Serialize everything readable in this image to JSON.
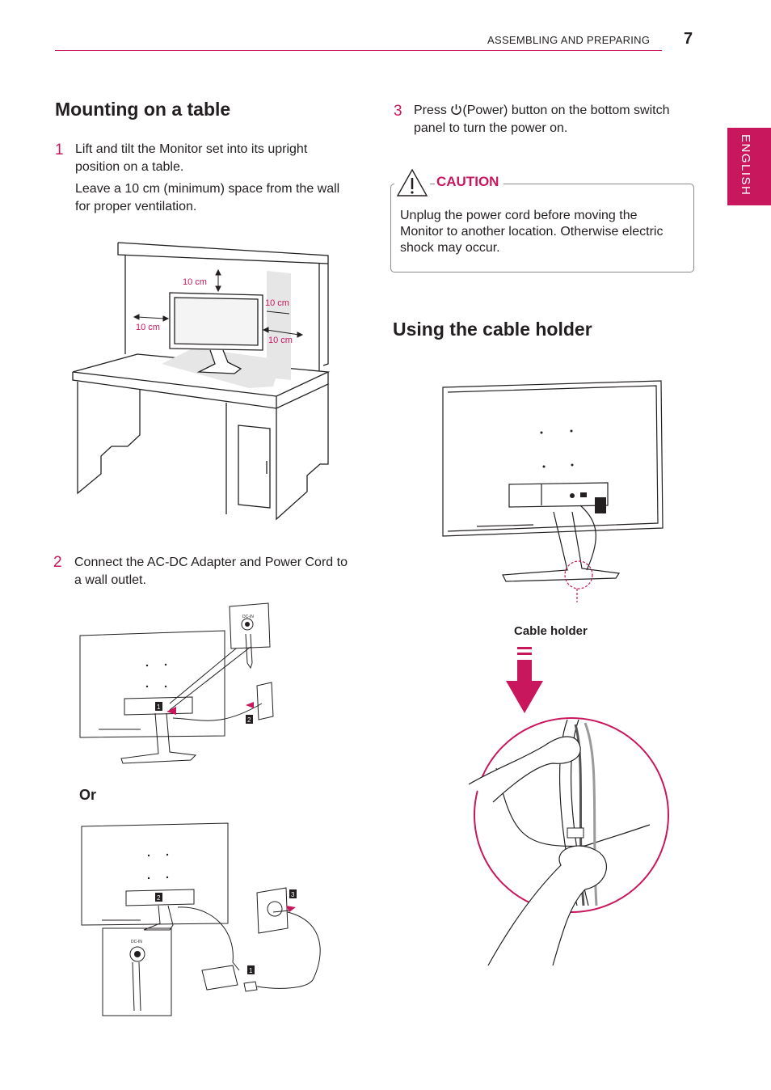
{
  "header": {
    "section_label": "ASSEMBLING AND PREPARING",
    "page_number": "7"
  },
  "side_tab": {
    "label": "ENGLISH"
  },
  "mounting": {
    "title": "Mounting on a table",
    "step1": {
      "number": "1",
      "text": "Lift and tilt the Monitor set into its upright position on a table.",
      "subtext": "Leave a 10 cm (minimum) space from the wall for proper ventilation."
    },
    "clearance_labels": [
      "10 cm",
      "10 cm",
      "10 cm",
      "10 cm"
    ],
    "step2": {
      "number": "2",
      "text": "Connect the AC-DC Adapter and Power Cord to a wall outlet."
    },
    "or_label": "Or",
    "port_label": "DC-IN",
    "callouts": [
      "1",
      "2",
      "2",
      "3",
      "1"
    ]
  },
  "power_step": {
    "number": "3",
    "text_before_icon": "Press",
    "text_after_icon": "(Power) button on the bottom switch panel to turn the power on."
  },
  "caution": {
    "title": "CAUTION",
    "text": "Unplug the power cord before moving the Monitor to another location. Otherwise electric shock may occur."
  },
  "cable_holder": {
    "title": "Using the cable holder",
    "label": "Cable holder"
  },
  "colors": {
    "accent": "#c8175d",
    "text": "#231f20",
    "line": "#231f20"
  }
}
